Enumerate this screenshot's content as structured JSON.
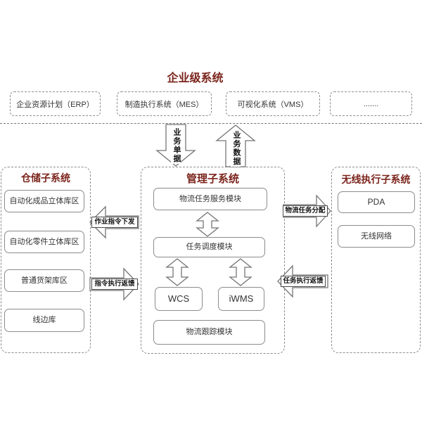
{
  "colors": {
    "title_maroon": "#7b241c",
    "box_border_gray": "#8c8c8c",
    "arrow_stroke_gray": "#757575"
  },
  "enterprise": {
    "title": "企业级系统",
    "boxes": [
      "企业资源计划（ERP）",
      "制造执行系统（MES）",
      "可视化系统（VMS）",
      "......."
    ]
  },
  "flows": {
    "business_orders": "业务单据",
    "business_data": "业务数据",
    "job_dispatch": "作业指令下发",
    "instruction_feedback": "指令执行返馈",
    "task_assign": "物流任务分配",
    "task_feedback": "任务执行返馈"
  },
  "warehouse": {
    "title": "仓储子系统",
    "items": [
      "自动化成品立体库区",
      "自动化零件立体库区",
      "普通货架库区",
      "线边库"
    ]
  },
  "management": {
    "title": "管理子系统",
    "service_module": "物流任务服务模块",
    "scheduler_module": "任务调度模块",
    "wcs": "WCS",
    "iwms": "iWMS",
    "tracking_module": "物流跟踪模块"
  },
  "wireless": {
    "title": "无线执行子系统",
    "items": [
      "PDA",
      "无线网络"
    ]
  }
}
